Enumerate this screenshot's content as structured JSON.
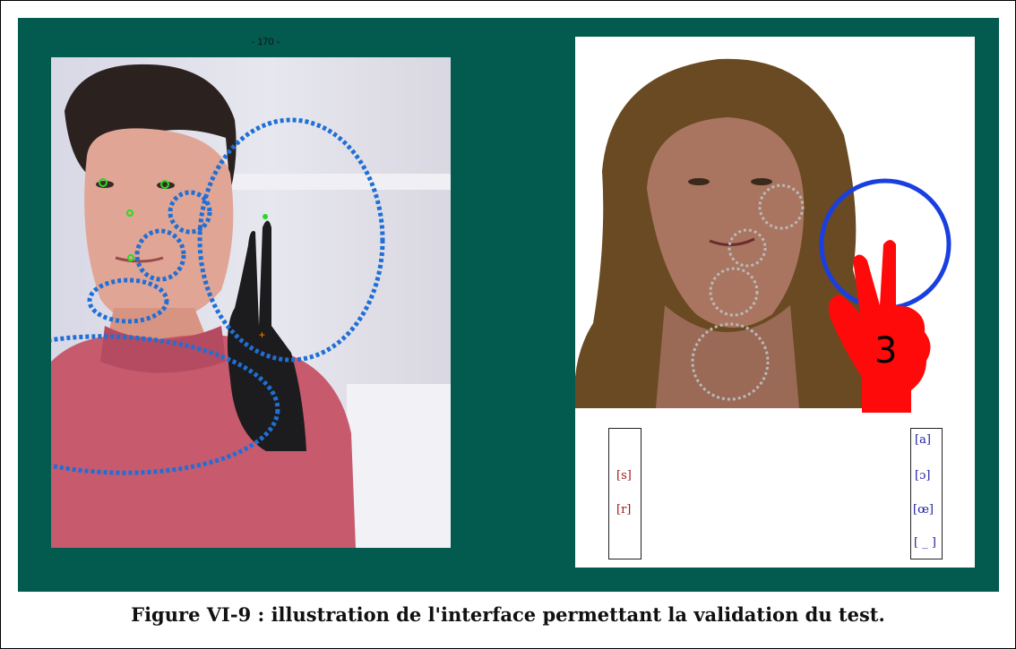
{
  "page_number": "- 170 -",
  "caption": "Figure VI-9 : illustration de l'interface permettant la validation du test.",
  "hand_number": "3",
  "consonants": [
    "[s]",
    "[r]"
  ],
  "vowels": [
    "[a]",
    "[ɔ]",
    "[œ]",
    "[ _ ]"
  ],
  "colors": {
    "panel_green": "#035a4f",
    "zone_outline_blue": "#1f6fd6",
    "hand_red": "#ff0a0a",
    "consonant_text": "#a01818",
    "vowel_text": "#1a1aa0"
  }
}
